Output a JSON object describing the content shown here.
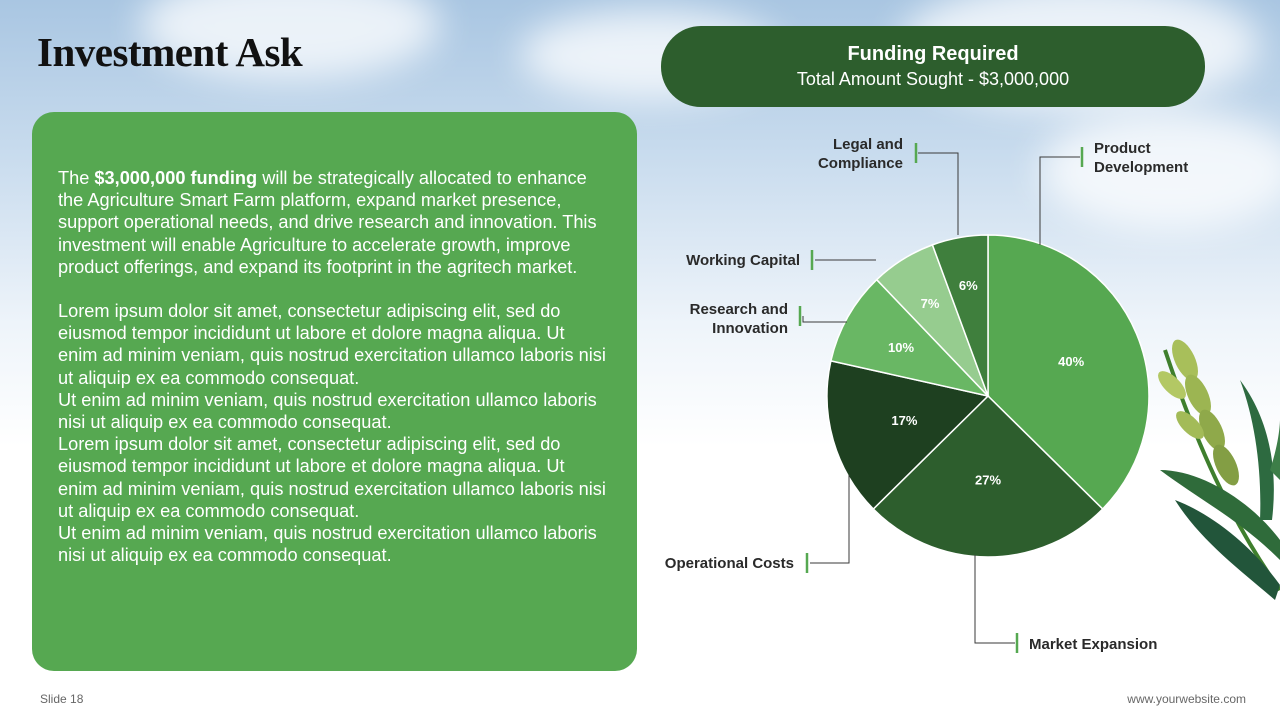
{
  "slide": {
    "title": "Investment Ask",
    "slide_number": "Slide 18",
    "website": "www.yourwebsite.com"
  },
  "colors": {
    "card_green": "#56a851",
    "pill_green": "#2d5e2d"
  },
  "funding": {
    "title": "Funding Required",
    "subtitle": "Total Amount Sought - $3,000,000"
  },
  "body": {
    "p1_pre": "The ",
    "p1_bold": "$3,000,000 funding",
    "p1_post": " will be strategically allocated to enhance the Agriculture Smart Farm platform, expand market presence, support operational needs, and drive research and innovation. This investment will enable Agriculture to accelerate growth, improve product offerings, and expand its footprint in the agritech market.",
    "p2": "Lorem ipsum dolor sit amet, consectetur adipiscing elit, sed do eiusmod tempor incididunt ut labore et dolore magna aliqua. Ut enim ad minim veniam, quis nostrud exercitation ullamco laboris nisi ut aliquip ex ea commodo consequat.",
    "p3": "Ut enim ad minim veniam, quis nostrud exercitation ullamco laboris nisi ut aliquip ex ea commodo consequat.",
    "p4": "Lorem ipsum dolor sit amet, consectetur adipiscing elit, sed do eiusmod tempor incididunt ut labore et dolore magna aliqua. Ut enim ad minim veniam, quis nostrud exercitation ullamco laboris nisi ut aliquip ex ea commodo consequat.",
    "p5": "Ut enim ad minim veniam, quis nostrud exercitation ullamco laboris nisi ut aliquip ex ea commodo consequat."
  },
  "chart_data": {
    "type": "pie",
    "categories": [
      "Product Development",
      "Market Expansion",
      "Operational Costs",
      "Research and Innovation",
      "Working Capital",
      "Legal and Compliance"
    ],
    "values": [
      40,
      27,
      17,
      10,
      7,
      6
    ],
    "value_labels": [
      "40%",
      "27%",
      "17%",
      "10%",
      "7%",
      "6%"
    ],
    "colors": [
      "#56a851",
      "#2d5e2d",
      "#1e4020",
      "#69b764",
      "#96cc8f",
      "#3f7f3d"
    ],
    "start_angle_deg": 0,
    "direction": "clockwise"
  }
}
